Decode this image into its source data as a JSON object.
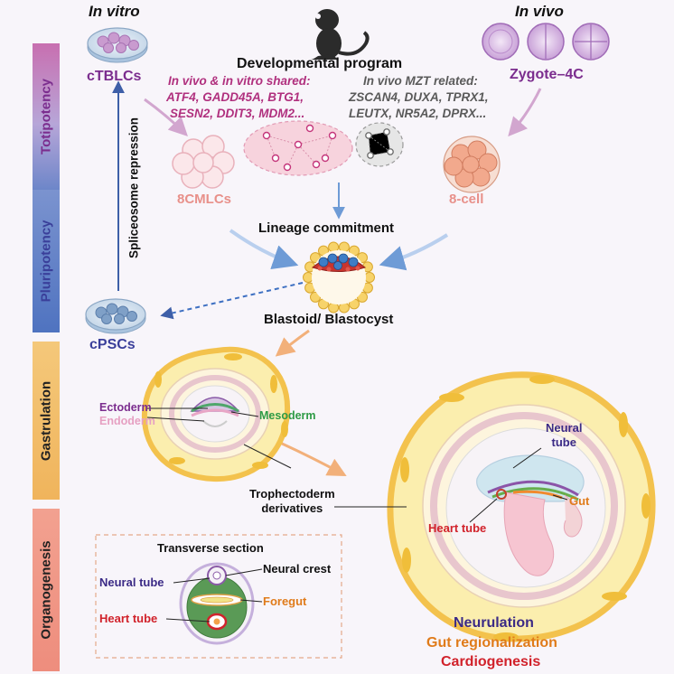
{
  "headers": {
    "in_vitro": "In vitro",
    "in_vivo": "In vivo"
  },
  "stages": {
    "totipotency": "Totipotency",
    "pluripotency": "Pluripotency",
    "gastrulation": "Gastrulation",
    "organogenesis": "Organogenesis"
  },
  "cells": {
    "ctblcs": "cTBLCs",
    "zygote": "Zygote–4C",
    "cmlcs": "8CMLCs",
    "eight_cell": "8-cell",
    "cpscs": "cPSCs",
    "blastoid": "Blastoid/ Blastocyst"
  },
  "program": {
    "title": "Developmental program",
    "shared_title": "In vivo & in vitro shared:",
    "shared_genes": [
      "ATF4, GADD45A, BTG1,",
      "SESN2, DDIT3, MDM2..."
    ],
    "mzt_title": "In vivo MZT related:",
    "mzt_genes": [
      "ZSCAN4, DUXA, TPRX1,",
      "LEUTX, NR5A2, DPRX..."
    ]
  },
  "processes": {
    "lineage": "Lineage commitment",
    "spliceosome": "Spliceosome repression"
  },
  "gastrulation": {
    "ectoderm": "Ectoderm",
    "endoderm": "Endoderm",
    "mesoderm": "Mesoderm",
    "trophectoderm": [
      "Trophectoderm",
      "derivatives"
    ]
  },
  "embryo": {
    "neural_tube": [
      "Neural",
      "tube"
    ],
    "gut": "Gut",
    "heart_tube": "Heart tube"
  },
  "transverse": {
    "title": "Transverse section",
    "neural_crest": "Neural crest",
    "neural_tube": "Neural tube",
    "foregut": "Foregut",
    "heart_tube": "Heart tube"
  },
  "outcomes": {
    "neurulation": "Neurulation",
    "gut_regionalization": "Gut regionalization",
    "cardiogenesis": "Cardiogenesis"
  },
  "colors": {
    "purple": "#7b2d8e",
    "magenta": "#b0307e",
    "gray_text": "#5a5a5a",
    "salmon": "#e8908a",
    "orange": "#e07b1a",
    "red": "#d1222b",
    "green": "#2e9b45",
    "navy": "#3b2a86",
    "yellow": "#f7d35a"
  }
}
